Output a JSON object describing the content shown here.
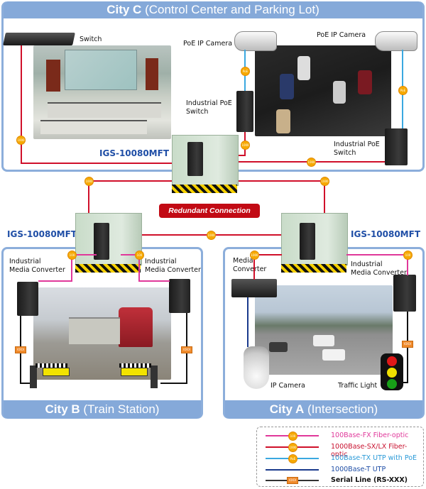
{
  "panels": {
    "city_c": {
      "name": "City C",
      "subtitle": "(Control Center and Parking Lot)"
    },
    "city_b": {
      "name": "City B",
      "subtitle": "(Train Station)"
    },
    "city_a": {
      "name": "City A",
      "subtitle": "(Intersection)"
    }
  },
  "labels": {
    "switch": "Switch",
    "poe_cam_1": "PoE IP Camera",
    "poe_cam_2": "PoE IP Camera",
    "ind_poe_switch_1_l1": "Industrial PoE",
    "ind_poe_switch_1_l2": "Switch",
    "ind_poe_switch_2_l1": "Industrial PoE",
    "ind_poe_switch_2_l2": "Switch",
    "b_imc_left_l1": "Industrial",
    "b_imc_left_l2": "Media Converter",
    "b_imc_right_l1": "Industrial",
    "b_imc_right_l2": "Media Converter",
    "a_mc_l1": "Media",
    "a_mc_l2": "Converter",
    "a_imc_l1": "Industrial",
    "a_imc_l2": "Media Converter",
    "ip_camera": "IP Camera",
    "traffic_light": "Traffic Light"
  },
  "models": {
    "center": "IGS-10080MFT",
    "left": "IGS-10080MFT",
    "right": "IGS-10080MFT"
  },
  "redundant_label": "Redundant Connection",
  "badges": {
    "fx": "100",
    "gx": "1000",
    "poe": "PoE",
    "serial": "IOIOI"
  },
  "legend": [
    {
      "label": "100Base-FX Fiber-optic",
      "line_color": "#e0389a",
      "text_color": "#e0389a",
      "marker": "100"
    },
    {
      "label": "1000Base-SX/LX Fiber-optic",
      "line_color": "#d0102a",
      "text_color": "#c8102e",
      "marker": "1000"
    },
    {
      "label": "100Base-TX UTP with PoE",
      "line_color": "#3aa8e0",
      "text_color": "#2a9ad8",
      "marker": "PoE"
    },
    {
      "label": "1000Base-T UTP",
      "line_color": "#1a3a8c",
      "text_color": "#1f4ea6",
      "marker": ""
    },
    {
      "label": "Serial Line (RS-XXX)",
      "line_color": "#333333",
      "text_color": "#111111",
      "marker": "IOIOI"
    }
  ],
  "colors": {
    "panel_border": "#8caedb",
    "title_bar": "#85a9d9",
    "fiber_1000": "#d0102a",
    "fiber_100": "#e0389a",
    "poe": "#3aa8e0",
    "utp_1000": "#1a3a8c",
    "serial": "#111111",
    "model_text": "#1f4ea6"
  }
}
